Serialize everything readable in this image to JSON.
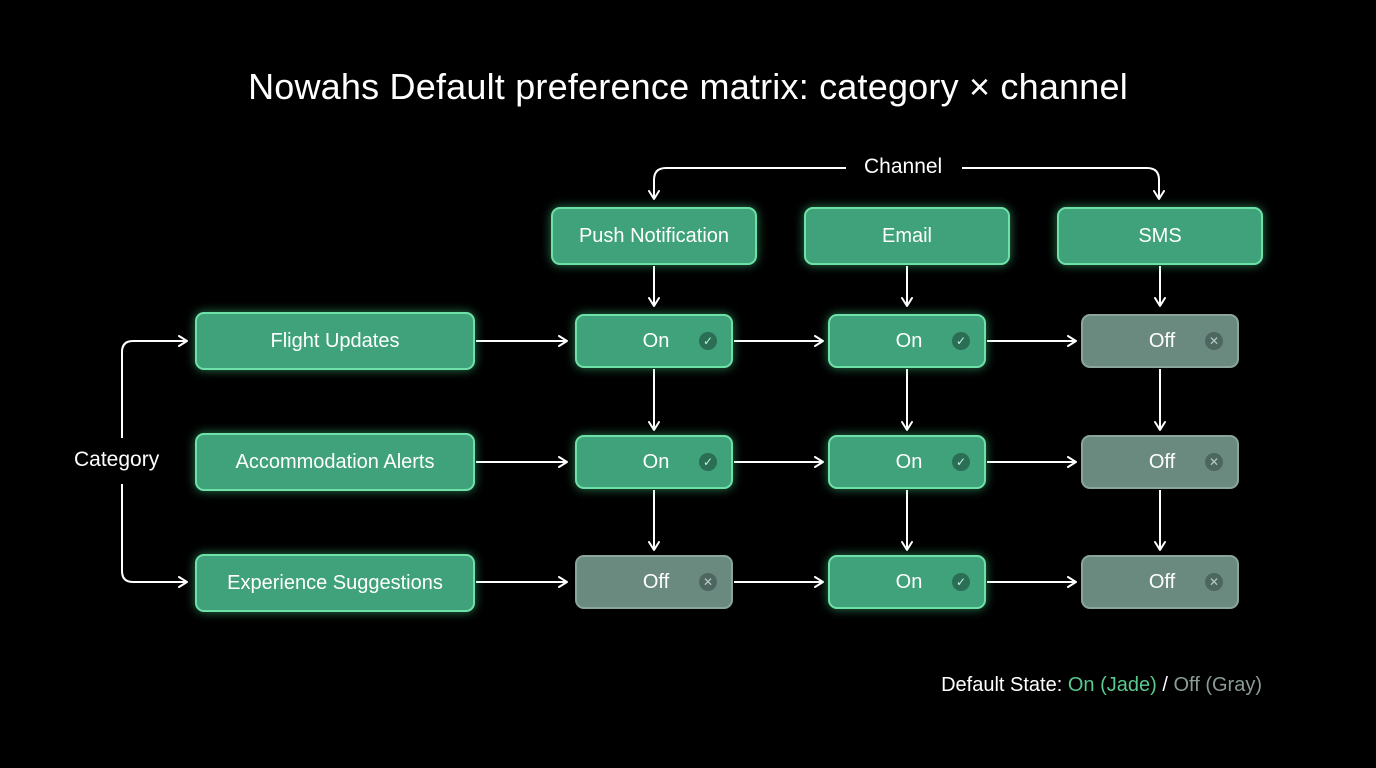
{
  "title": {
    "brand": "Nowahs",
    "text": "Default preference matrix: category × channel"
  },
  "axes": {
    "channel_label": "Channel",
    "category_label": "Category"
  },
  "channels": [
    "Push Notification",
    "Email",
    "SMS"
  ],
  "categories": [
    "Flight Updates",
    "Accommodation Alerts",
    "Experience Suggestions"
  ],
  "states": {
    "on_label": "On",
    "off_label": "Off",
    "on_icon": "check-circle-icon",
    "off_icon": "x-circle-icon"
  },
  "matrix": [
    [
      "On",
      "On",
      "Off"
    ],
    [
      "On",
      "On",
      "Off"
    ],
    [
      "Off",
      "On",
      "Off"
    ]
  ],
  "legend": {
    "prefix": "Default State:",
    "on_text": "On (Jade)",
    "separator": "/",
    "off_text": "Off (Gray)"
  },
  "colors": {
    "background": "#000000",
    "on_fill": "#3fa27a",
    "off_fill": "#6a8a7f",
    "on_legend": "#58c98f",
    "off_legend": "#8a9c95"
  }
}
